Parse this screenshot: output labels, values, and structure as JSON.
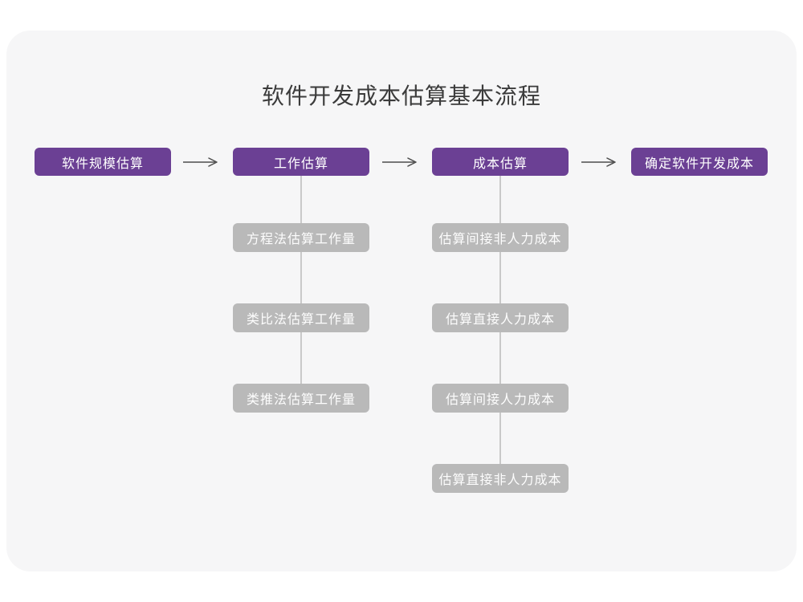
{
  "title": "软件开发成本估算基本流程",
  "colors": {
    "accent_purple": "#6B4094",
    "sub_node_gray": "#b9b9b9",
    "card_background": "#f6f6f7",
    "connector_line": "#c9c9c9",
    "arrow_stroke": "#4d4d4d"
  },
  "flow": {
    "nodes": [
      {
        "label": "软件规模估算"
      },
      {
        "label": "工作估算"
      },
      {
        "label": "成本估算"
      },
      {
        "label": "确定软件开发成本"
      }
    ]
  },
  "work_estimation_methods": {
    "items": [
      "方程法估算工作量",
      "类比法估算工作量",
      "类推法估算工作量"
    ]
  },
  "cost_estimation_steps": {
    "items": [
      "估算间接非人力成本",
      "估算直接人力成本",
      "估算间接人力成本",
      "估算直接非人力成本"
    ]
  }
}
